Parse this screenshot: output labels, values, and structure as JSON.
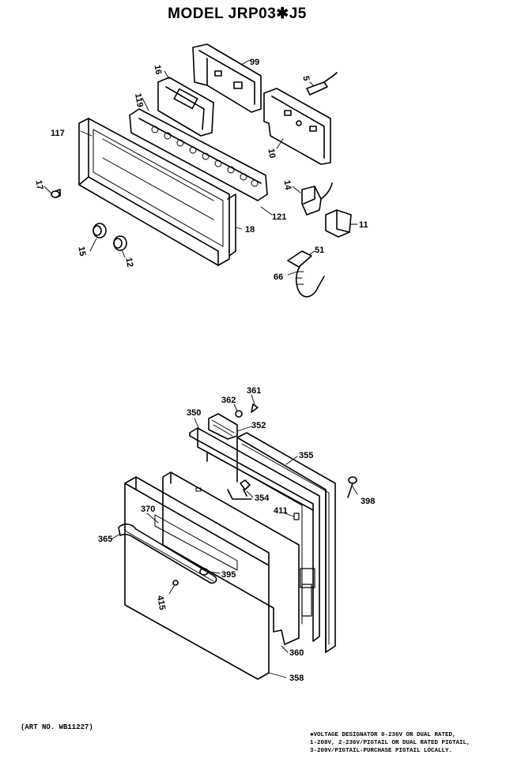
{
  "title": "MODEL JRP03✱J5",
  "art_no": "(ART NO. WB11227)",
  "note_lines": [
    "✱VOLTAGE DESIGNATOR 0-236V OR DUAL RATED,",
    "1-208V, 2-236V/PIGTAIL OR DUAL RATED PIGTAIL,",
    "3-209V/PIGTAIL-PURCHASE PIGTAIL LOCALLY."
  ],
  "callouts": {
    "c99": "99",
    "c16": "16",
    "c5": "5",
    "c119": "119",
    "c117": "117",
    "c10": "10",
    "c17": "17",
    "c14": "14",
    "c121": "121",
    "c18": "18",
    "c11": "11",
    "c15": "15",
    "c12": "12",
    "c51": "51",
    "c66": "66",
    "c361": "361",
    "c362": "362",
    "c350": "350",
    "c352": "352",
    "c355": "355",
    "c398": "398",
    "c354": "354",
    "c411": "411",
    "c370": "370",
    "c365": "365",
    "c395": "395",
    "c415": "415",
    "c360": "360",
    "c358": "358"
  }
}
